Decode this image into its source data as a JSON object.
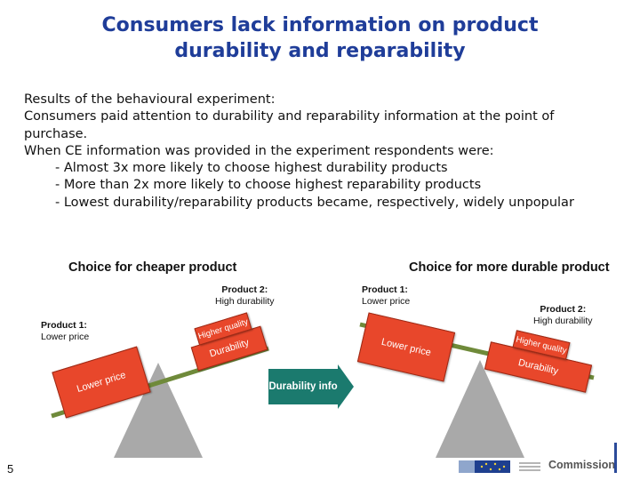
{
  "title": {
    "line1": "Consumers lack information on product",
    "line2": "durability and reparability"
  },
  "body": {
    "heading": "Results of the behavioural experiment:",
    "para1": "Consumers paid attention to durability and reparability information at the point of purchase.",
    "para2": "When CE information was provided in the experiment respondents were:",
    "bullets": [
      "- Almost 3x more likely to choose highest durability products",
      "- More than 2x more likely to choose highest reparability products",
      "- Lowest durability/reparability products became, respectively, widely unpopular"
    ]
  },
  "figure": {
    "left_title": "Choice for cheaper product",
    "right_title": "Choice for more durable product",
    "left_product1": {
      "title": "Product 1:",
      "sub": "Lower price"
    },
    "left_product2": {
      "title": "Product 2:",
      "sub": "High durability"
    },
    "right_product1": {
      "title": "Product 1:",
      "sub": "Lower price"
    },
    "right_product2": {
      "title": "Product 2:",
      "sub": "High durability"
    },
    "box_lower_price": "Lower price",
    "box_higher_quality": "Higher quality",
    "box_durability": "Durability",
    "arrow_label": "Durability info",
    "colors": {
      "box": "#e8472b",
      "arrow": "#1b7a6e",
      "fulcrum": "#a9a9a9",
      "beam": "#6f8a3a"
    }
  },
  "footer": {
    "page_number": "5",
    "commission": "Commission"
  }
}
